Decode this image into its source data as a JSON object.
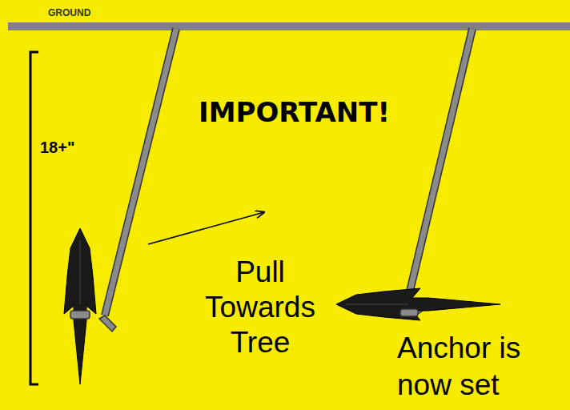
{
  "diagram": {
    "labels": [
      "GROUND",
      "18+\"",
      "IMPORTANT!",
      "Pull Towards Tree",
      "Anchor is now set"
    ]
  }
}
